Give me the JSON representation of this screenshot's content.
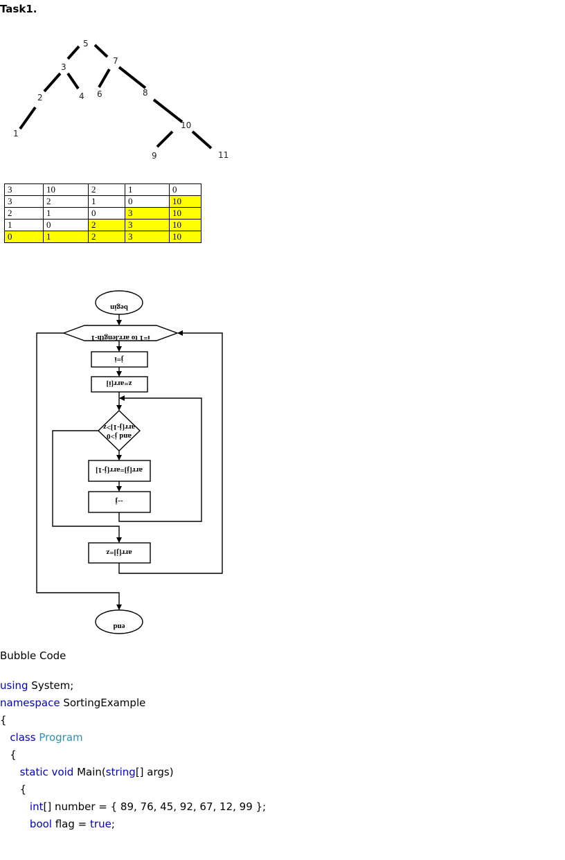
{
  "heading": "Task1.",
  "tree": {
    "nodes": [
      "5",
      "3",
      "7",
      "2",
      "4",
      "6",
      "8",
      "1",
      "10",
      "9",
      "11"
    ]
  },
  "sort_table": {
    "rows": [
      [
        "3",
        "10",
        "2",
        "1",
        "0"
      ],
      [
        "3",
        "2",
        "1",
        "0",
        "10"
      ],
      [
        "2",
        "1",
        "0",
        "3",
        "10"
      ],
      [
        "1",
        "0",
        "2",
        "3",
        "10"
      ],
      [
        "0",
        "1",
        "2",
        "3",
        "10"
      ]
    ],
    "highlight_color": "#ffff00"
  },
  "flowchart": {
    "begin": "begin",
    "loop": "i=1 to arr.length-1",
    "assign_j": "j=i",
    "assign_z": "z=arr[i]",
    "condition_line1": "arr[j-1]>z",
    "condition_line2": "and j>0",
    "shift": "arr[j]=arr[j-1]",
    "decrement": "--j",
    "store": "arr[j]=z",
    "end": "end"
  },
  "subheading": "Bubble Code",
  "code": {
    "l1_kw": "using",
    "l1_rest": " System;",
    "l2_kw": "namespace",
    "l2_rest": " SortingExample",
    "l3": "{",
    "l4_indent": "   ",
    "l4_kw": "class",
    "l4_type": " Program",
    "l5": "   {",
    "l6_indent": "      ",
    "l6_kw": "static void",
    "l6_mid": " Main(",
    "l6_kw2": "string",
    "l6_rest": "[] args)",
    "l7": "      {",
    "l8_indent": "         ",
    "l8_kw": "int",
    "l8_rest": "[] number = { 89, 76, 45, 92, 67, 12, 99 };",
    "l9_indent": "         ",
    "l9_kw": "bool",
    "l9_mid": " flag = ",
    "l9_kw2": "true",
    "l9_rest": ";"
  }
}
